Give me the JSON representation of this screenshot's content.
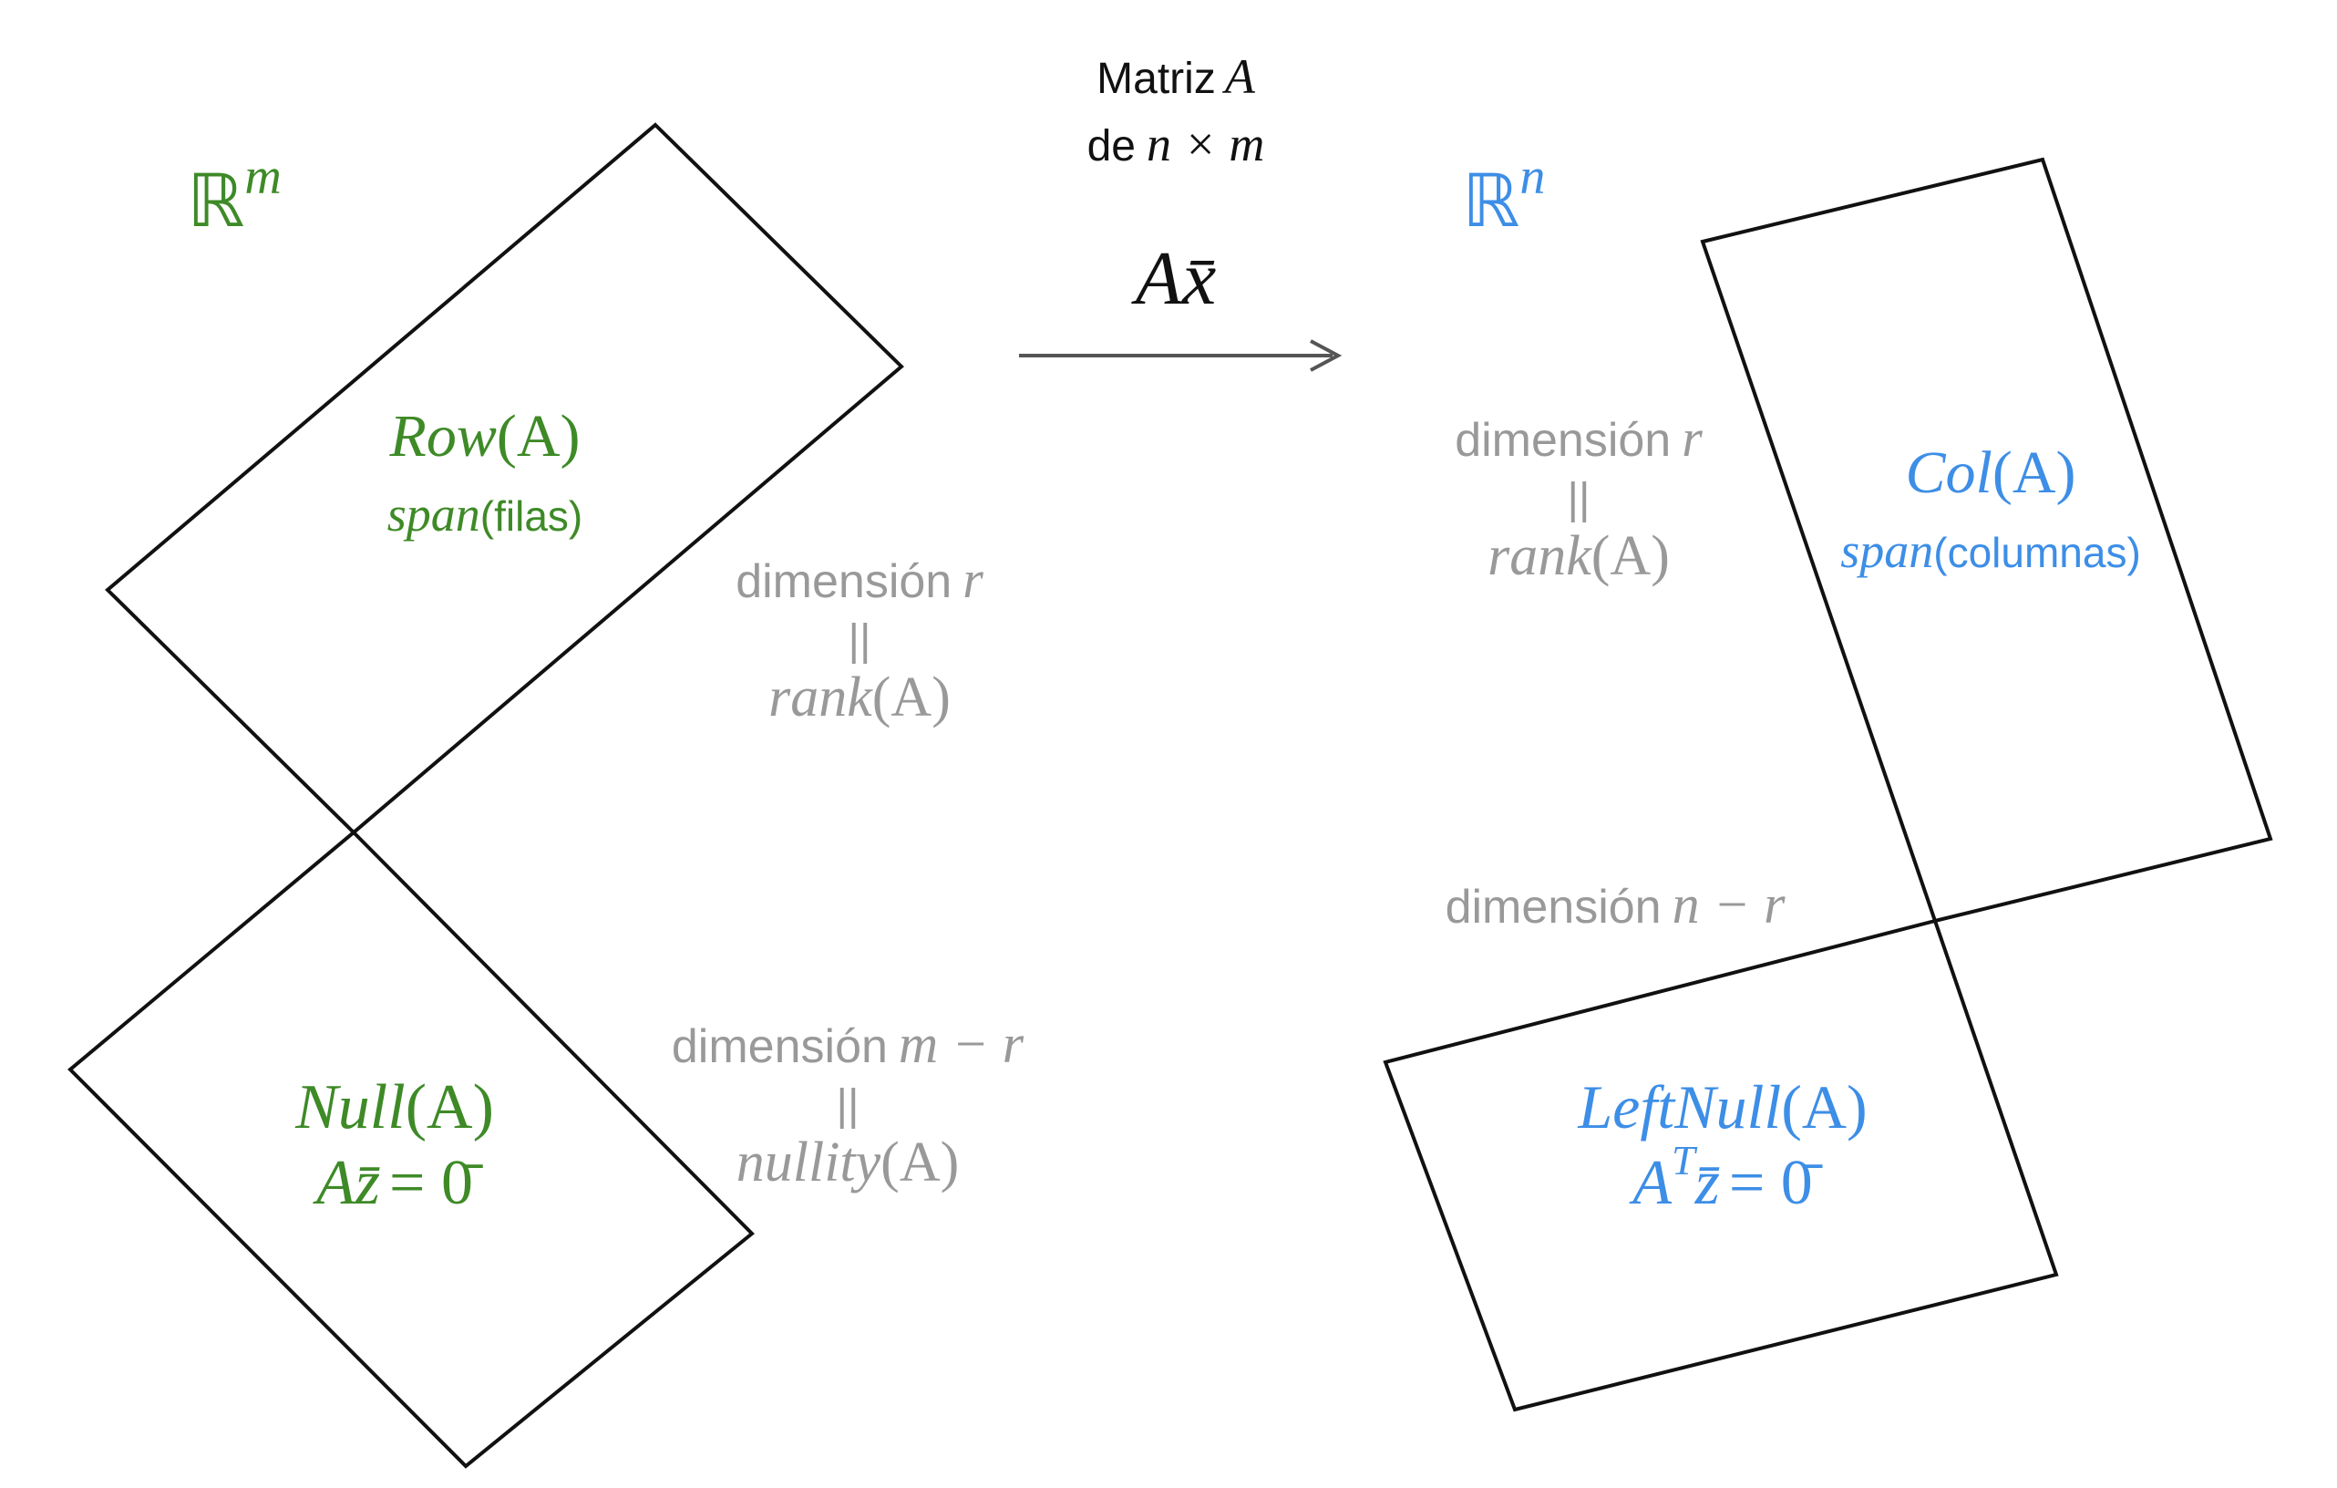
{
  "colors": {
    "domain": "#3e8a27",
    "codomain": "#3d8ee6",
    "dimension_text": "#999999",
    "arrow": "#555555",
    "outline": "#111111"
  },
  "matrix": {
    "line1_text": "Matriz",
    "line1_symbol": "A",
    "line2_text": "de",
    "line2_expr": "n × m",
    "map_expr": "Ax̄"
  },
  "domain": {
    "space_symbol": "ℝ",
    "space_exp": "m",
    "row": {
      "title_fn": "Row",
      "title_arg": "(A)",
      "sub_fn": "span",
      "sub_arg": "(filas)"
    },
    "null": {
      "title_fn": "Null",
      "title_arg": "(A)",
      "eq_lhs": "Az̄",
      "eq_rhs": "= 0̄"
    },
    "row_dim": {
      "word": "dimensión",
      "sym": "r",
      "sep": "||",
      "fn": "rank",
      "arg": "(A)"
    },
    "null_dim": {
      "word": "dimensión",
      "sym": "m − r",
      "sep": "||",
      "fn": "nullity",
      "arg": "(A)"
    }
  },
  "codomain": {
    "space_symbol": "ℝ",
    "space_exp": "n",
    "col": {
      "title_fn": "Col",
      "title_arg": "(A)",
      "sub_fn": "span",
      "sub_arg": "(columnas)"
    },
    "leftnull": {
      "title_fn": "LeftNull",
      "title_arg": "(A)",
      "eq_base": "A",
      "eq_sup": "T",
      "eq_rest": "z̄",
      "eq_rhs": "= 0̄"
    },
    "col_dim": {
      "word": "dimensión",
      "sym": "r",
      "sep": "||",
      "fn": "rank",
      "arg": "(A)"
    },
    "leftnull_dim": {
      "word": "dimensión",
      "sym": "n − r"
    }
  }
}
